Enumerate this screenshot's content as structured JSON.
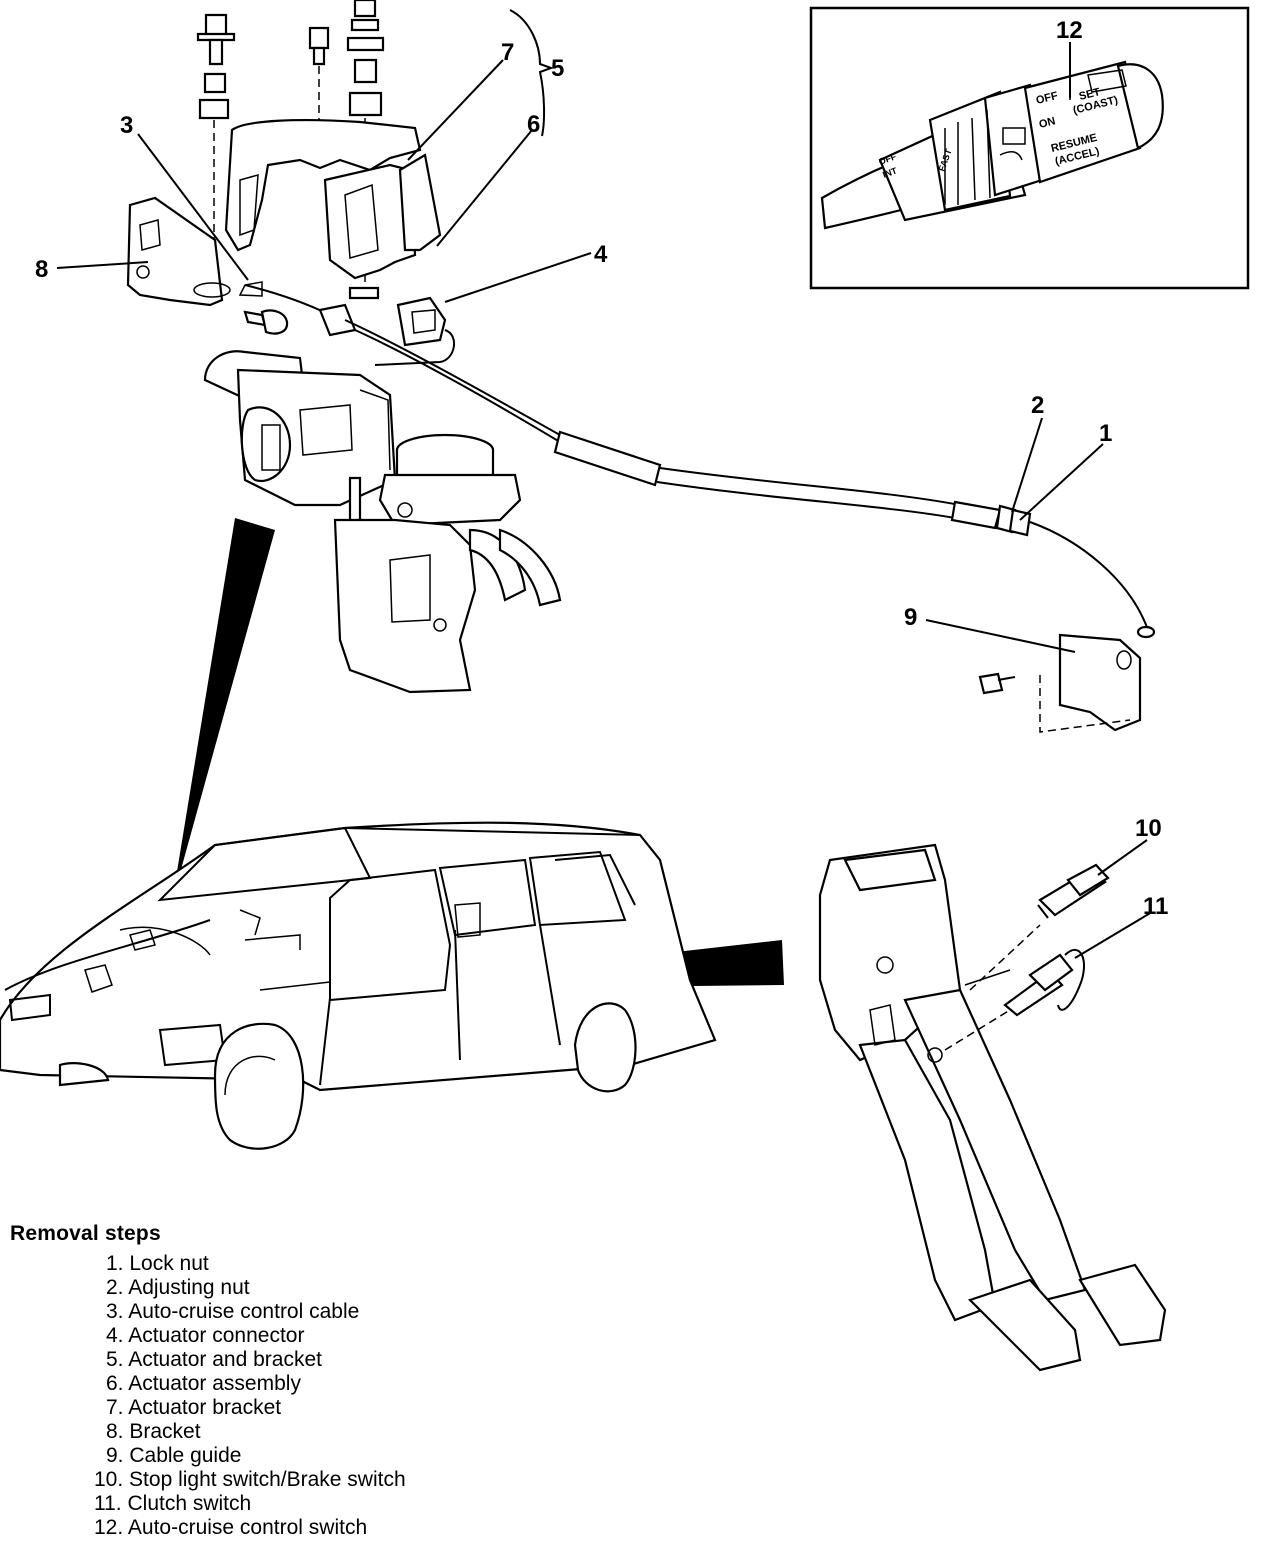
{
  "callouts": {
    "c1": "1",
    "c2": "2",
    "c3": "3",
    "c4": "4",
    "c5": "5",
    "c6": "6",
    "c7": "7",
    "c8": "8",
    "c9": "9",
    "c10": "10",
    "c11": "11",
    "c12": "12"
  },
  "switch_inset": {
    "off_left": "OFF",
    "int": "INT",
    "off_ring": "OFF",
    "on": "ON",
    "set": "SET",
    "coast": "(COAST)",
    "resume": "RESUME",
    "accel": "(ACCEL)",
    "fast": "FAST"
  },
  "removal_steps": {
    "title": "Removal steps",
    "items": [
      {
        "num": "1.",
        "label": "Lock nut"
      },
      {
        "num": "2.",
        "label": "Adjusting nut"
      },
      {
        "num": "3.",
        "label": "Auto-cruise control cable"
      },
      {
        "num": "4.",
        "label": "Actuator connector"
      },
      {
        "num": "5.",
        "label": "Actuator and bracket"
      },
      {
        "num": "6.",
        "label": "Actuator assembly"
      },
      {
        "num": "7.",
        "label": "Actuator bracket"
      },
      {
        "num": "8.",
        "label": "Bracket"
      },
      {
        "num": "9.",
        "label": "Cable guide"
      },
      {
        "num": "10.",
        "label": "Stop light switch/Brake switch"
      },
      {
        "num": "11.",
        "label": "Clutch switch"
      },
      {
        "num": "12.",
        "label": "Auto-cruise control switch"
      }
    ]
  }
}
